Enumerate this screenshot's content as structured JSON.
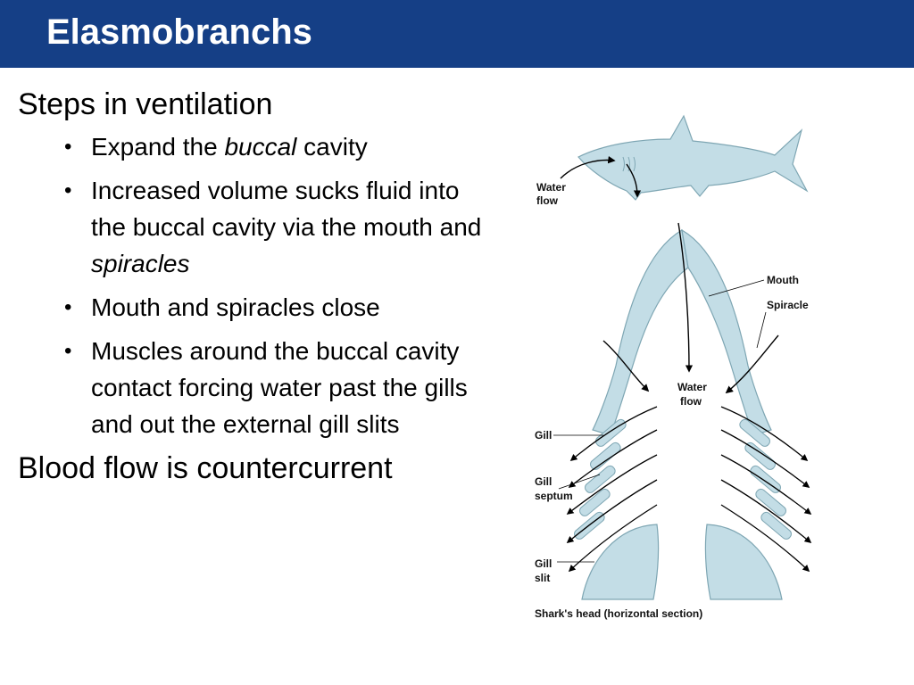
{
  "slide": {
    "title": "Elasmobranchs",
    "heading": "Steps in ventilation",
    "bullets": [
      {
        "pre": "Expand the ",
        "em": "buccal",
        "post": " cavity"
      },
      {
        "pre": "Increased volume sucks fluid into the buccal cavity via the mouth and ",
        "em": "spiracles",
        "post": ""
      },
      {
        "pre": "Mouth and spiracles close",
        "em": "",
        "post": ""
      },
      {
        "pre": "Muscles around the buccal cavity contact forcing water past the gills and out the external gill slits",
        "em": "",
        "post": ""
      }
    ],
    "heading2": "Blood flow is countercurrent"
  },
  "figure": {
    "label_water_flow_top": [
      "Water",
      "flow"
    ],
    "label_mouth": "Mouth",
    "label_spiracle": "Spiracle",
    "label_water_flow_center": [
      "Water",
      "flow"
    ],
    "label_gill": "Gill",
    "label_gill_septum": [
      "Gill",
      "septum"
    ],
    "label_gill_slit": [
      "Gill",
      "slit"
    ],
    "caption": "Shark's head (horizontal section)"
  },
  "colors": {
    "title_bar": "#153f86",
    "tissue_fill": "#c3dde6",
    "tissue_stroke": "#7ea6b3"
  }
}
